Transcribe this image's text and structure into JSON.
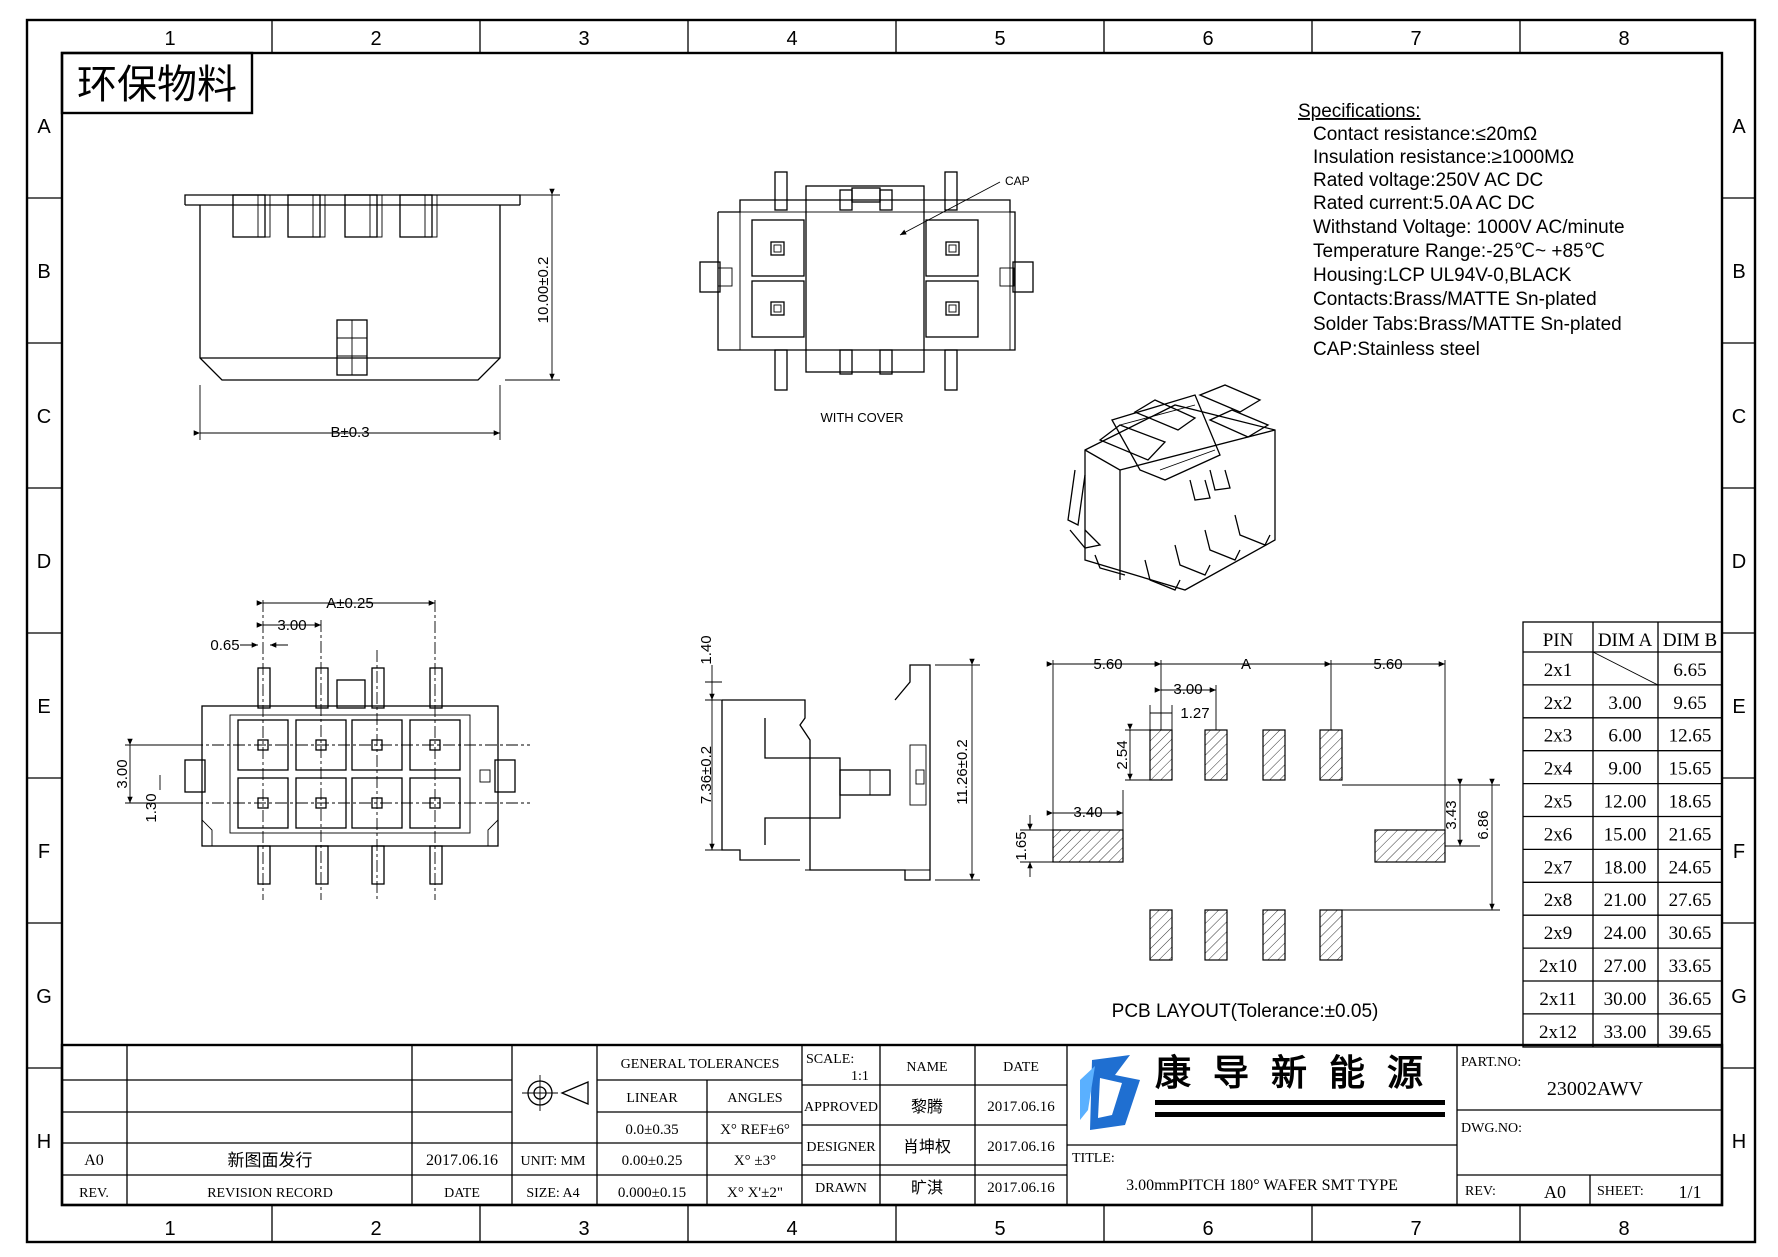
{
  "frame": {
    "columns": [
      "1",
      "2",
      "3",
      "4",
      "5",
      "6",
      "7",
      "8"
    ],
    "rows": [
      "A",
      "B",
      "C",
      "D",
      "E",
      "F",
      "G",
      "H"
    ]
  },
  "stamp": "环保物料",
  "specifications": {
    "heading": "Specifications:",
    "lines": [
      "Contact  resistance:≤20mΩ",
      "Insulation  resistance:≥1000MΩ",
      "Rated  voltage:250V  AC  DC",
      "Rated  current:5.0A  AC  DC",
      "Withstand  Voltage: 1000V  AC/minute",
      "Temperature  Range:-25℃~  +85℃",
      "Housing:LCP  UL94V-0,BLACK",
      "Contacts:Brass/MATTE  Sn-plated",
      "Solder  Tabs:Brass/MATTE  Sn-plated",
      "CAP:Stainless  steel"
    ]
  },
  "views": {
    "front": {
      "dim_height": "10.00±0.2",
      "dim_width": "B±0.3"
    },
    "top": {
      "cap_label": "CAP",
      "caption": "WITH COVER"
    },
    "bottom": {
      "dim_a": "A±0.25",
      "dim_pitch": "3.00",
      "dim_pin": "0.65",
      "dim_row": "3.00",
      "dim_offset": "1.30"
    },
    "side": {
      "dim_top": "1.40",
      "dim_inner": "7.36±0.2",
      "dim_outer": "11.26±0.2"
    },
    "pcb": {
      "left": "5.60",
      "center": "A",
      "right": "5.60",
      "pitch": "3.00",
      "pad_w": "1.27",
      "pad_h": "2.54",
      "tab_offset": "3.40",
      "tab_h": "1.65",
      "tab_gap": "3.43",
      "row_span": "6.86",
      "caption": "PCB  LAYOUT(Tolerance:±0.05)"
    }
  },
  "dim_table": {
    "headers": [
      "PIN",
      "DIM A",
      "DIM B"
    ],
    "rows": [
      [
        "2x1",
        "",
        "6.65"
      ],
      [
        "2x2",
        "3.00",
        "9.65"
      ],
      [
        "2x3",
        "6.00",
        "12.65"
      ],
      [
        "2x4",
        "9.00",
        "15.65"
      ],
      [
        "2x5",
        "12.00",
        "18.65"
      ],
      [
        "2x6",
        "15.00",
        "21.65"
      ],
      [
        "2x7",
        "18.00",
        "24.65"
      ],
      [
        "2x8",
        "21.00",
        "27.65"
      ],
      [
        "2x9",
        "24.00",
        "30.65"
      ],
      [
        "2x10",
        "27.00",
        "33.65"
      ],
      [
        "2x11",
        "30.00",
        "36.65"
      ],
      [
        "2x12",
        "33.00",
        "39.65"
      ]
    ]
  },
  "title_block": {
    "rev_value": "A0",
    "rev_record_value": "新图面发行",
    "rev_date_value": "2017.06.16",
    "rev_label": "REV.",
    "revision_record_label": "REVISION RECORD",
    "date_label": "DATE",
    "unit": "UNIT: MM",
    "size": "SIZE: A4",
    "general_tolerances": "GENERAL TOLERANCES",
    "linear": "LINEAR",
    "angles": "ANGLES",
    "tol_linear": [
      "0.0±0.35",
      "0.00±0.25",
      "0.000±0.15"
    ],
    "tol_angles": [
      "X° REF±6°",
      "X° ±3°",
      "X° X'±2\""
    ],
    "scale_label": "SCALE:",
    "scale_value": "1:1",
    "name_label": "NAME",
    "date_col_label": "DATE",
    "approved_label": "APPROVED",
    "approved_name": "黎腾",
    "approved_date": "2017.06.16",
    "designer_label": "DESIGNER",
    "designer_name": "肖坤权",
    "designer_date": "2017.06.16",
    "drawn_label": "DRAWN",
    "drawn_name": "旷淇",
    "drawn_date": "2017.06.16",
    "company_name": "康导新能源",
    "title_label": "TITLE:",
    "title_value": "3.00mmPITCH 180° WAFER SMT TYPE",
    "part_no_label": "PART.NO:",
    "part_no_value": "23002AWV",
    "dwg_no_label": "DWG.NO:",
    "rev2_label": "REV:",
    "rev2_value": "A0",
    "sheet_label": "SHEET:",
    "sheet_value": "1/1"
  }
}
